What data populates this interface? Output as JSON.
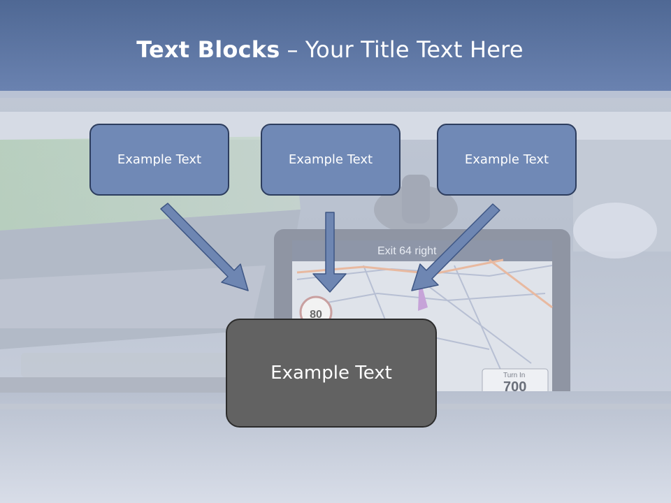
{
  "slide": {
    "title_bold": "Text Blocks",
    "title_separator": "–",
    "title_rest": "Your Title Text Here"
  },
  "blocks": [
    {
      "label": "Example Text"
    },
    {
      "label": "Example Text"
    },
    {
      "label": "Example Text"
    }
  ],
  "target": {
    "label": "Example Text"
  },
  "gps_screen": {
    "instruction": "Exit 64 right",
    "speed_limit": "80",
    "turn_label": "Turn In",
    "turn_distance": "700"
  },
  "colors": {
    "header": "#5a74a4",
    "block_fill": "#7089b6",
    "block_border": "#2d3d5e",
    "target_fill": "#626262",
    "arrow": "#6e86b2"
  }
}
